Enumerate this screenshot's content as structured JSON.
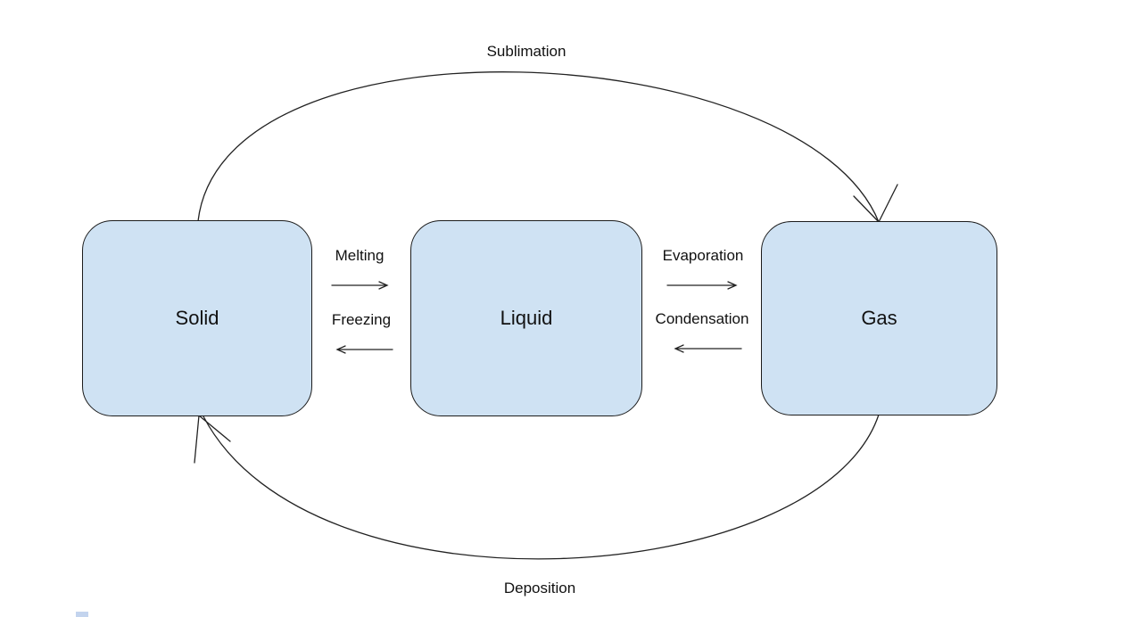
{
  "diagram": {
    "type": "state-transition-diagram",
    "subject": "States of matter phase changes",
    "colors": {
      "node_fill": "#cfe2f3",
      "node_border": "#1c1c1c",
      "line": "#222222",
      "background": "#ffffff"
    },
    "nodes": [
      {
        "id": "solid",
        "label": "Solid"
      },
      {
        "id": "liquid",
        "label": "Liquid"
      },
      {
        "id": "gas",
        "label": "Gas"
      }
    ],
    "transitions": [
      {
        "id": "melting",
        "label": "Melting",
        "from": "Solid",
        "to": "Liquid",
        "style": "straight-arrow-right"
      },
      {
        "id": "freezing",
        "label": "Freezing",
        "from": "Liquid",
        "to": "Solid",
        "style": "straight-arrow-left"
      },
      {
        "id": "evaporation",
        "label": "Evaporation",
        "from": "Liquid",
        "to": "Gas",
        "style": "straight-arrow-right"
      },
      {
        "id": "condensation",
        "label": "Condensation",
        "from": "Gas",
        "to": "Liquid",
        "style": "straight-arrow-left"
      },
      {
        "id": "sublimation",
        "label": "Sublimation",
        "from": "Solid",
        "to": "Gas",
        "style": "curved-arc-top"
      },
      {
        "id": "deposition",
        "label": "Deposition",
        "from": "Gas",
        "to": "Solid",
        "style": "curved-arc-bottom"
      }
    ]
  }
}
